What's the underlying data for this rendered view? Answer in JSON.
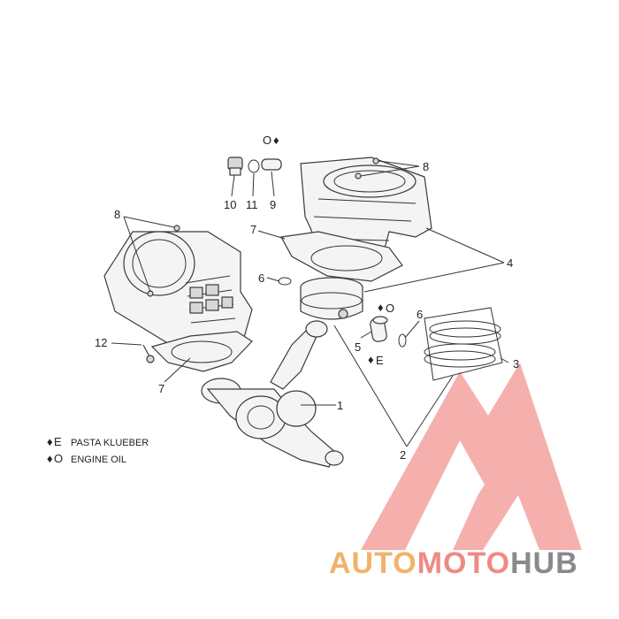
{
  "diagram": {
    "callouts": {
      "c1": "1",
      "c2": "2",
      "c3": "3",
      "c4": "4",
      "c5": "5",
      "c6a": "6",
      "c6b": "6",
      "c7a": "7",
      "c7b": "7",
      "c8a": "8",
      "c8b": "8",
      "c9": "9",
      "c10": "10",
      "c11": "11",
      "c12": "12"
    },
    "symbols": {
      "oil_top": "O",
      "oil_piston": "O",
      "paste_pin": "E"
    },
    "legend": [
      {
        "symbol": "E",
        "label": "PASTA KLUEBER"
      },
      {
        "symbol": "O",
        "label": "ENGINE OIL"
      }
    ]
  },
  "watermark": {
    "part1": "AUTO",
    "part2": "MOTO",
    "part3": "HUB",
    "colors": {
      "part1": "#f2b26b",
      "part2": "#f08a84",
      "part3": "#8a8a8a",
      "logo": "#f4a3a0"
    }
  }
}
